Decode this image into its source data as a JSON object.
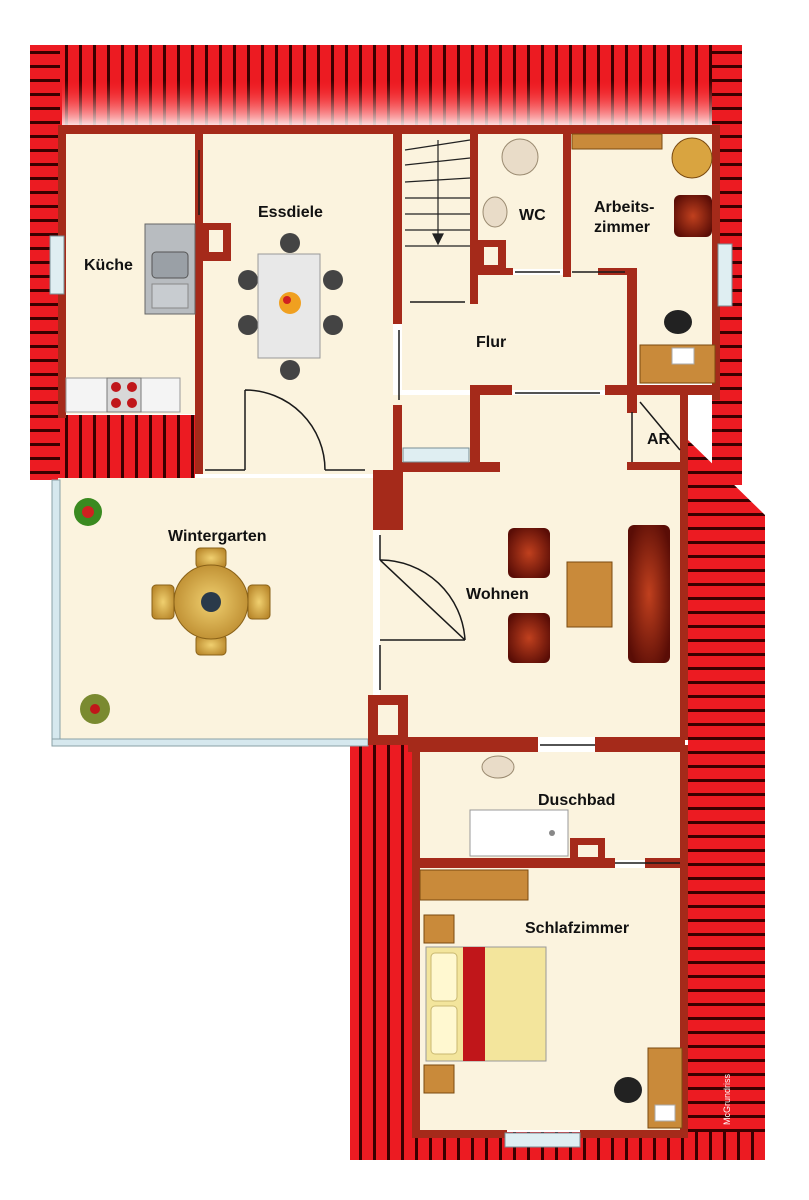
{
  "rooms": {
    "kueche": "Küche",
    "essdiele": "Essdiele",
    "wc": "WC",
    "arbeitszimmer_line1": "Arbeits-",
    "arbeitszimmer_line2": "zimmer",
    "flur": "Flur",
    "ar": "AR",
    "wintergarten": "Wintergarten",
    "wohnen": "Wohnen",
    "duschbad": "Duschbad",
    "schlafzimmer": "Schlafzimmer"
  },
  "watermark": "McGrundriss",
  "colors": {
    "wall": "#a52a1a",
    "floor": "#fbf3de",
    "roof": "#e8101a",
    "roof_stripe": "#3a0000",
    "glass": "#cfe4ea",
    "furniture_wood": "#c98a3a",
    "sofa": "#8b1a10",
    "bed_cover": "#f3e59c",
    "bed_band": "#c0161a"
  }
}
